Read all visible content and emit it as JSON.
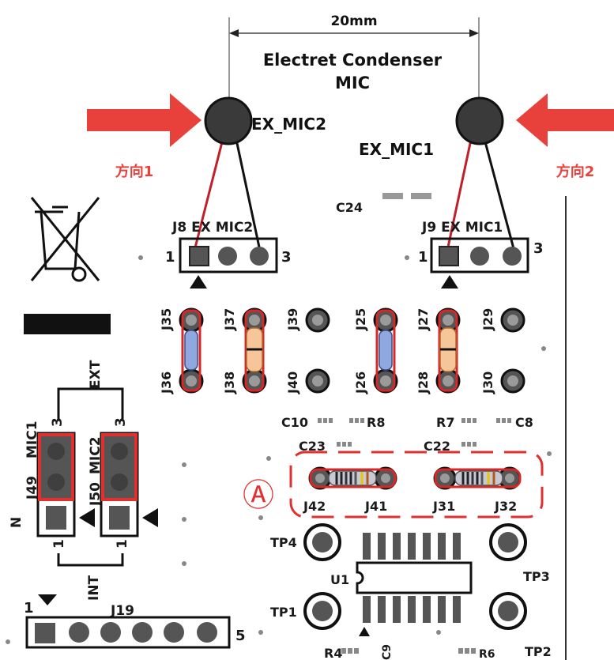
{
  "dimension": {
    "label": "20mm"
  },
  "mic_title": {
    "line1": "Electret Condenser",
    "line2": "MIC"
  },
  "mics": {
    "left": "EX_MIC2",
    "right": "EX_MIC1"
  },
  "directions": {
    "left": "方向1",
    "right": "方向2"
  },
  "connectors": {
    "j8": "J8 EX  MIC2",
    "j9": "J9 EX  MIC1",
    "pin1": "1",
    "pin3": "3",
    "pin5": "5",
    "j19": "J19"
  },
  "jumpers": {
    "top": [
      "J35",
      "J37",
      "J39",
      "J25",
      "J27",
      "J29"
    ],
    "bottom": [
      "J36",
      "J38",
      "J40",
      "J26",
      "J28",
      "J30"
    ]
  },
  "components": {
    "c24": "C24",
    "c10": "C10",
    "r8": "R8",
    "r7": "R7",
    "c8": "C8",
    "c23": "C23",
    "c22": "C22",
    "u1": "U1",
    "tp1": "TP1",
    "tp2": "TP2",
    "tp3": "TP3",
    "tp4": "TP4",
    "r4": "R4",
    "c9": "C9",
    "r6": "R6"
  },
  "bottom_row": {
    "labels": [
      "J42",
      "J41",
      "J31",
      "J32"
    ]
  },
  "marker": {
    "label": "Ⓐ"
  },
  "left_side": {
    "ext": "EXT",
    "int": "INT",
    "mic1": "MIC1",
    "mic2": "MIC2",
    "j49": "J49",
    "j50": "J50",
    "n": "N"
  },
  "colors": {
    "arrow": "#e8413c",
    "red_outline": "#e03030",
    "blue_resistor": "#8fa9e0",
    "orange_resistor": "#f6c69a"
  }
}
